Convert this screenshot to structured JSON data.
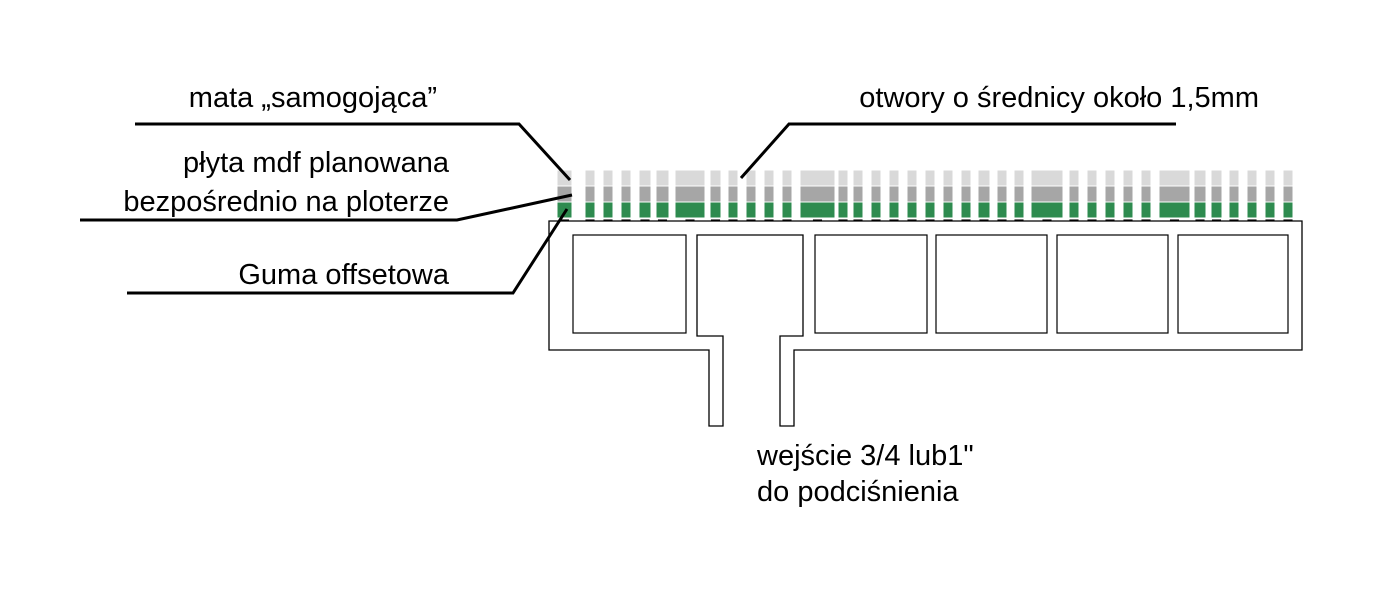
{
  "labels": {
    "mat": "mata „samogojąca”",
    "mdf_line1": "płyta mdf planowana",
    "mdf_line2": "bezpośrednio na ploterze",
    "rubber": "Guma offsetowa",
    "holes": "otwory o średnicy około 1,5mm",
    "inlet_line1": "wejście 3/4 lub1\"",
    "inlet_line2": "do podciśnienia"
  },
  "colors": {
    "mat": "#d9d9d9",
    "mdf": "#a6a6a6",
    "rubber": "#2e8b4f",
    "outline": "#000000",
    "leader": "#000000",
    "background": "#ffffff"
  }
}
